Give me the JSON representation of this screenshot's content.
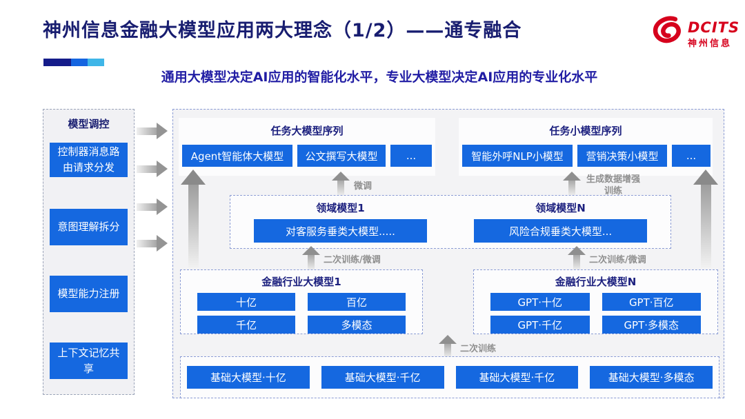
{
  "header": {
    "title": "神州信息金融大模型应用两大理念（1/2）——通专融合",
    "subtitle": "通用大模型决定AI应用的智能化水平，专业大模型决定AI应用的专业化水平",
    "logo": {
      "name": "DCITS",
      "name_cn": "神州信息"
    }
  },
  "sidebar": {
    "header": "模型调控",
    "items": [
      "控制器消息路由请求分发",
      "意图理解拆分",
      "模型能力注册",
      "上下文记忆共享"
    ]
  },
  "diagram": {
    "task_large": {
      "header": "任务大模型序列",
      "boxes": [
        "Agent智能体大模型",
        "公文撰写大模型",
        "..."
      ]
    },
    "task_small": {
      "header": "任务小模型序列",
      "boxes": [
        "智能外呼NLP小模型",
        "营销决策小模型",
        "..."
      ]
    },
    "domain": {
      "left": {
        "header": "领域模型1",
        "box": "对客服务垂类大模型....."
      },
      "right": {
        "header": "领域模型N",
        "box": "风险合规垂类大模型..."
      }
    },
    "industry_left": {
      "header": "金融行业大模型1",
      "boxes": [
        "十亿",
        "百亿",
        "千亿",
        "多模态"
      ]
    },
    "industry_right": {
      "header": "金融行业大模型N",
      "boxes": [
        "GPT·十亿",
        "GPT·百亿",
        "GPT·千亿",
        "GPT·多模态"
      ]
    },
    "base_models": {
      "boxes": [
        "基础大模型·十亿",
        "基础大模型·千亿",
        "基础大模型·千亿",
        "基础大模型·多模态"
      ]
    },
    "arrow_labels": {
      "finetune": "微调",
      "augmented_training": "生成数据增强训练",
      "retrain_finetune_left": "二次训练/微调",
      "retrain_finetune_right": "二次训练/微调",
      "retrain": "二次训练"
    }
  },
  "colors": {
    "accent_blue": "#1568E0",
    "navy": "#181D70",
    "subtitle_blue": "#211DA4",
    "logo_red": "#D6001C",
    "label_gray": "#8F8F8F"
  }
}
